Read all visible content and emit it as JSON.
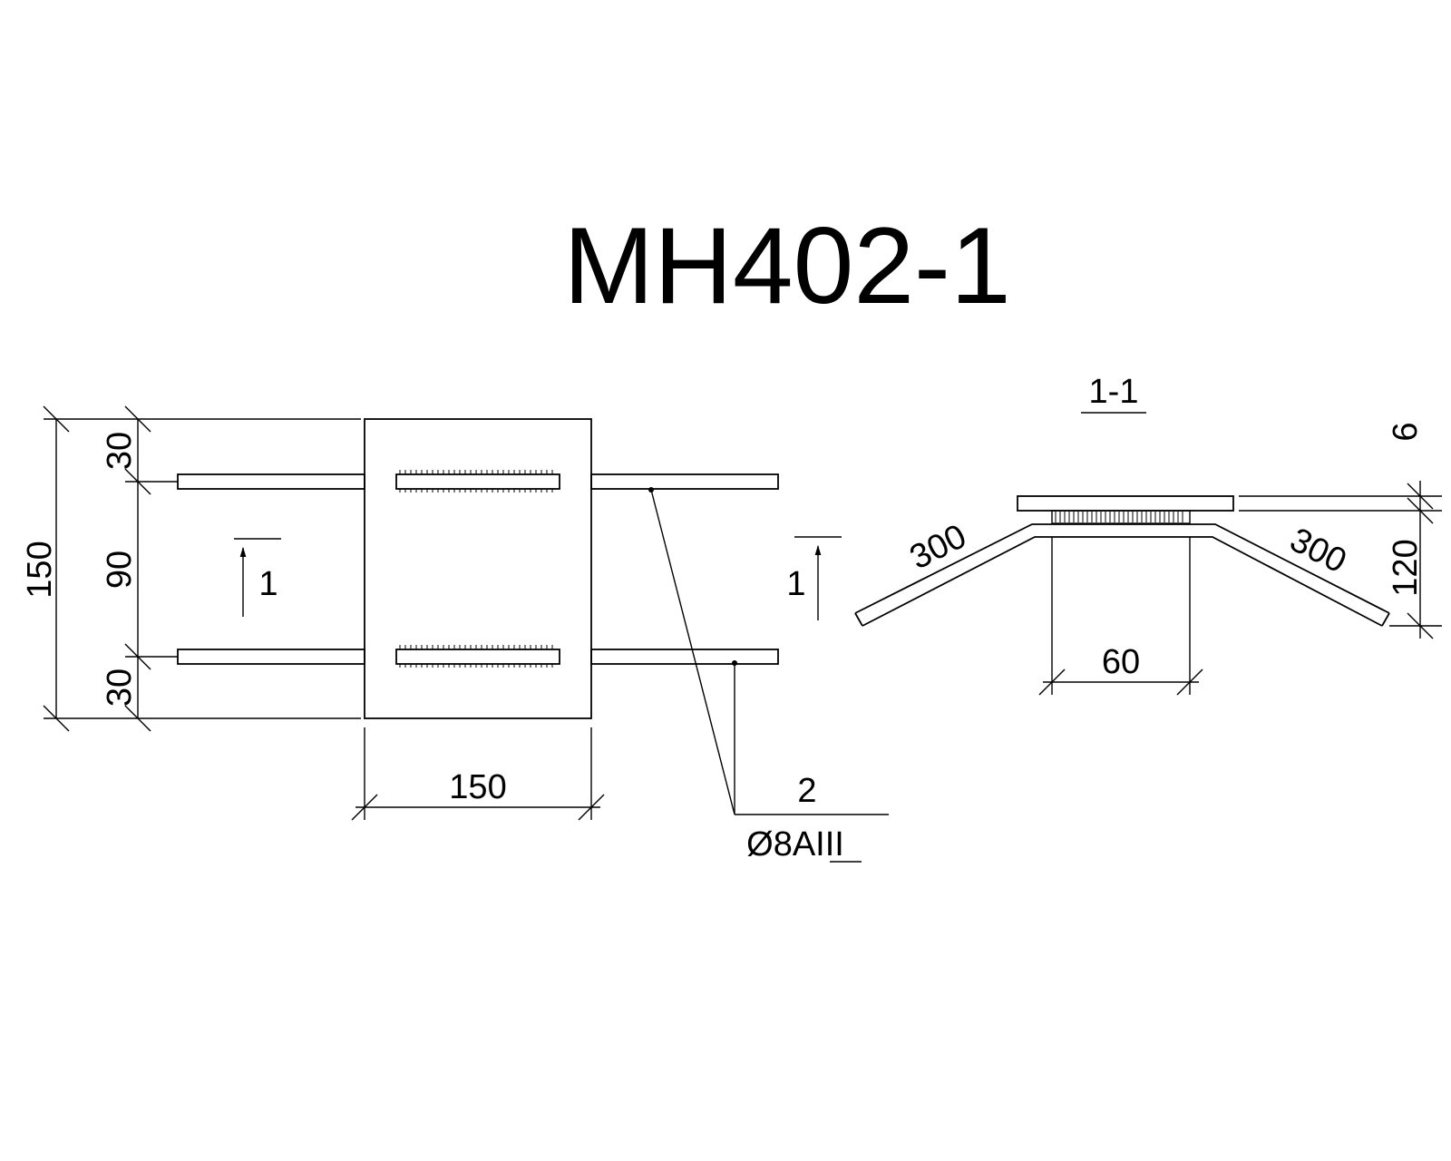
{
  "title": "MH402-1",
  "plan": {
    "dims": {
      "overall_height": "150",
      "top_offset": "30",
      "middle_spacing": "90",
      "bottom_offset": "30",
      "plate_width": "150"
    },
    "section_mark_left": "1",
    "section_mark_right": "1"
  },
  "callout": {
    "position": "2",
    "rebar_spec": "Ø8AIII"
  },
  "section": {
    "label": "1-1",
    "dims": {
      "bar_length_left": "300",
      "bar_length_right": "300",
      "plate_thickness": "6",
      "height": "120",
      "weld_length": "60"
    }
  }
}
